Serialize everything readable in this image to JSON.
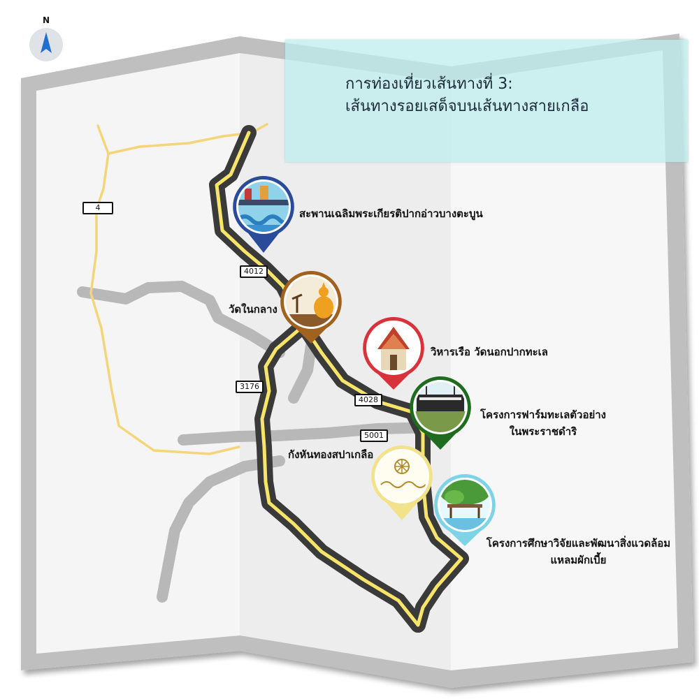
{
  "title": {
    "line1": "การท่องเที่ยวเส้นทางที่ 3:",
    "line2": "เส้นทางรอยเสด็จบนเส้นทางสายเกลือ"
  },
  "compass": {
    "label": "N"
  },
  "route_badges": [
    {
      "id": "road-4",
      "label": "4"
    },
    {
      "id": "road-4012",
      "label": "4012"
    },
    {
      "id": "road-3176",
      "label": "3176"
    },
    {
      "id": "road-4028",
      "label": "4028"
    },
    {
      "id": "road-5001",
      "label": "5001"
    }
  ],
  "places": [
    {
      "id": "bridge",
      "label": "สะพานเฉลิมพระเกียรติปากอ่าวบางตะบูน",
      "icon": "bridge-icon",
      "pin_color": "#2a4a9a"
    },
    {
      "id": "wat-nai-klang",
      "label": "วัดในกลาง",
      "icon": "buddha-icon",
      "pin_color": "#a0621e"
    },
    {
      "id": "vihara",
      "label": "วิหารเรือ วัดนอกปากทะเล",
      "icon": "temple-icon",
      "pin_color": "#d9323a"
    },
    {
      "id": "farm",
      "label_line1": "โครงการฟาร์มทะเลตัวอย่าง",
      "label_line2": "ในพระราชดำริ",
      "icon": "farm-sign-icon",
      "pin_color": "#1f6b1f"
    },
    {
      "id": "kung-hun",
      "label": "กังหันทองสปาเกลือ",
      "icon": "windmill-logo-icon",
      "pin_color": "#f2e28a"
    },
    {
      "id": "mangrove",
      "label_line1": "โครงการศึกษาวิจัยและพัฒนาสิ่งแวดล้อม",
      "label_line2": "แหลมผักเบี้ย",
      "icon": "mangrove-icon",
      "pin_color": "#7fd3e6"
    }
  ],
  "colors": {
    "map_border": "#bfbfbf",
    "map_fill": "#f6f6f6",
    "minor_road": "#f5d57a",
    "grey_road": "#b8b8b8",
    "main_route": "#3a3a3a",
    "route_center": "#f7e46a",
    "title_bg": "#beeeee"
  }
}
